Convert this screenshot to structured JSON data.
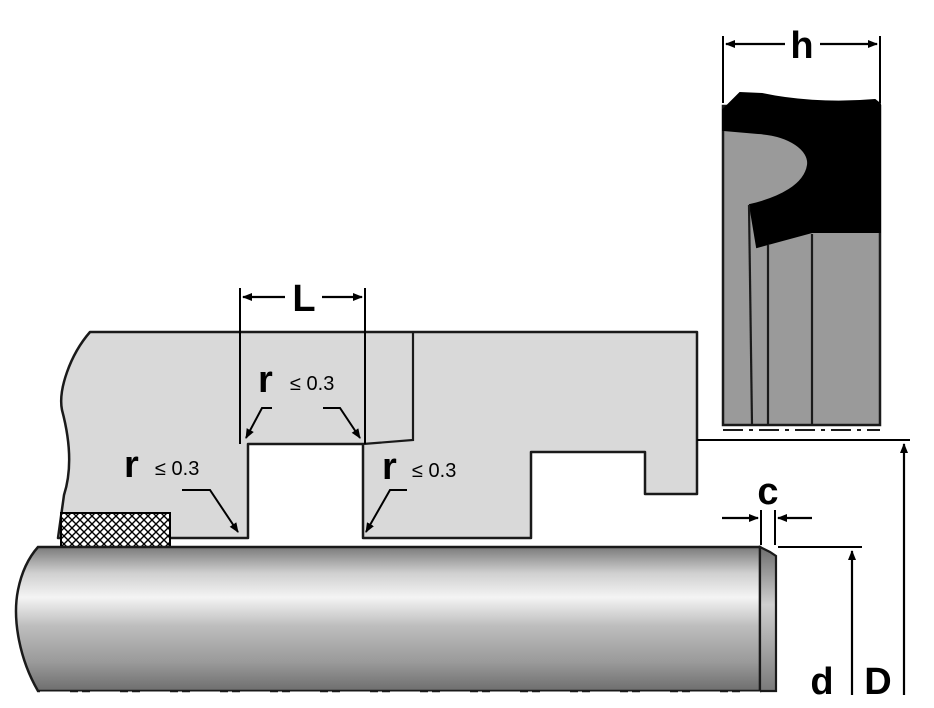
{
  "diagram": {
    "title": "Rod seal groove dimensions",
    "labels": {
      "h": "h",
      "L": "L",
      "c": "c",
      "d": "d",
      "D": "D"
    },
    "radius_notes": [
      {
        "symbol": "r",
        "value": "≤ 0.3"
      },
      {
        "symbol": "r",
        "value": "≤ 0.3"
      },
      {
        "symbol": "r",
        "value": "≤ 0.3"
      }
    ],
    "colors": {
      "housing": "#d9d9d9",
      "seal_body": "#9a9a9a",
      "seal_lip": "#000000",
      "rod_light": "#f2f2f2",
      "rod_dark": "#8c8c8c",
      "wiper_hatch": "#000000",
      "outline": "#1a1a1a"
    }
  }
}
